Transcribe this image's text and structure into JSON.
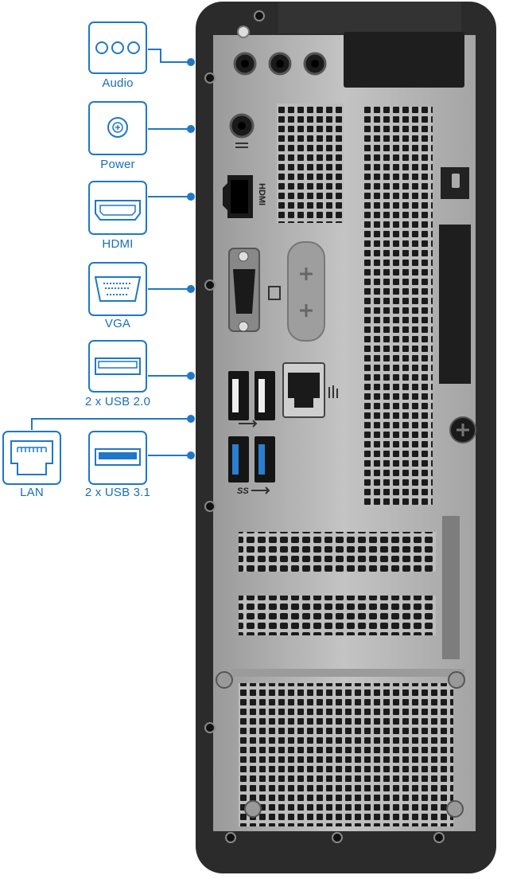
{
  "legend": [
    {
      "key": "audio",
      "label": "Audio",
      "icon": "audio-jacks-icon"
    },
    {
      "key": "power",
      "label": "Power",
      "icon": "power-jack-icon"
    },
    {
      "key": "hdmi",
      "label": "HDMI",
      "icon": "hdmi-port-icon"
    },
    {
      "key": "vga",
      "label": "VGA",
      "icon": "vga-port-icon"
    },
    {
      "key": "usb2",
      "label": "2 x USB 2.0",
      "icon": "usb-port-icon"
    },
    {
      "key": "lan",
      "label": "LAN",
      "icon": "ethernet-port-icon"
    },
    {
      "key": "usb3",
      "label": "2 x USB 3.1",
      "icon": "usb3-port-icon"
    }
  ],
  "chassis_markings": {
    "hdmi": "HDMI",
    "usb3": "SS"
  },
  "colors": {
    "accent": "#1e78c8",
    "label": "#1a6fb5",
    "chassis": "#2b2b2b",
    "panel": "#a9a9a9",
    "usb3_blue": "#2a7fd0"
  }
}
